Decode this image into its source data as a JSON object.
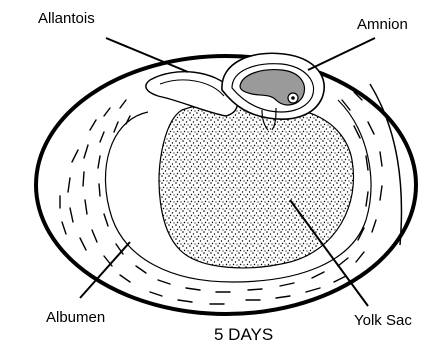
{
  "diagram": {
    "title": "5 DAYS",
    "labels": {
      "allantois": "Allantois",
      "amnion": "Amnion",
      "albumen": "Albumen",
      "yolk_sac": "Yolk Sac"
    },
    "colors": {
      "ink": "#000000",
      "embryo_fill": "#9a9a9a",
      "background": "#ffffff"
    }
  }
}
